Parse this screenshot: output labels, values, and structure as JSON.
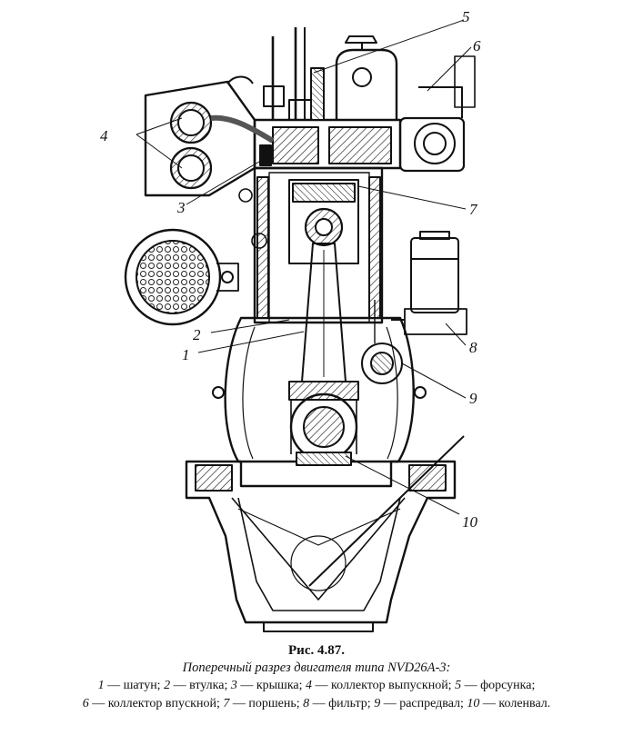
{
  "figure": {
    "title": "Рис. 4.87.",
    "subtitle": "Поперечный разрез двигателя типа NVD26A-3:",
    "legend": [
      {
        "num": "1",
        "text": "шатун;"
      },
      {
        "num": "2",
        "text": "втулка;"
      },
      {
        "num": "3",
        "text": "крышка;"
      },
      {
        "num": "4",
        "text": "коллектор выпускной;"
      },
      {
        "num": "5",
        "text": "форсунка;"
      },
      {
        "num": "6",
        "text": "коллектор впускной;"
      },
      {
        "num": "7",
        "text": "поршень;"
      },
      {
        "num": "8",
        "text": "фильтр;"
      },
      {
        "num": "9",
        "text": "распредвал;"
      },
      {
        "num": "10",
        "text": "коленвал."
      }
    ],
    "dash": "—"
  },
  "callouts": [
    "1",
    "2",
    "3",
    "4",
    "5",
    "6",
    "7",
    "8",
    "9",
    "10"
  ]
}
